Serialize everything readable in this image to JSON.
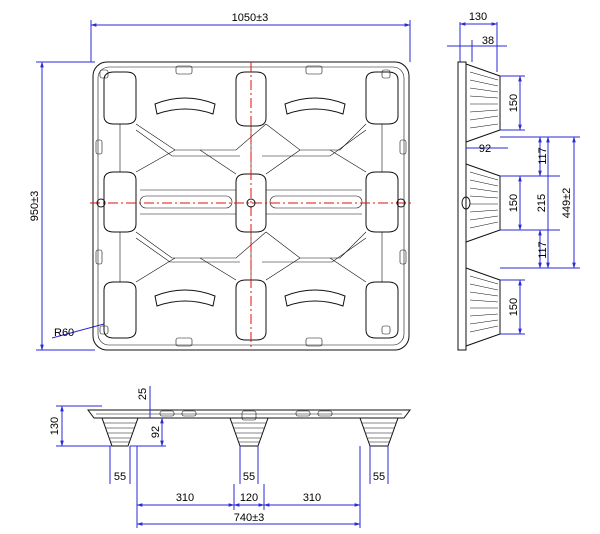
{
  "top_view": {
    "width_dim": "1050±3",
    "height_dim": "950±3",
    "radius_dim": "R60"
  },
  "side_view": {
    "total_width_dim": "130",
    "lip_dim": "38",
    "foot_height_dim_1": "150",
    "foot_width_dim": "92",
    "gap_dim_upper": "117",
    "foot_height_dim_2": "150",
    "center_dim": "215",
    "overall_dim": "449±2",
    "gap_dim_lower": "117",
    "foot_height_dim_3": "150"
  },
  "front_view": {
    "height_dim": "130",
    "deck_dim": "25",
    "foot_dim": "92",
    "foot_base_left": "55",
    "foot_base_mid": "55",
    "foot_base_right": "55",
    "span_left": "310",
    "span_mid": "120",
    "span_right": "310",
    "overall_dim": "740±3"
  },
  "colors": {
    "dimension_line": "#2a2ad6",
    "center_line": "#e01010",
    "outline": "#111111"
  }
}
